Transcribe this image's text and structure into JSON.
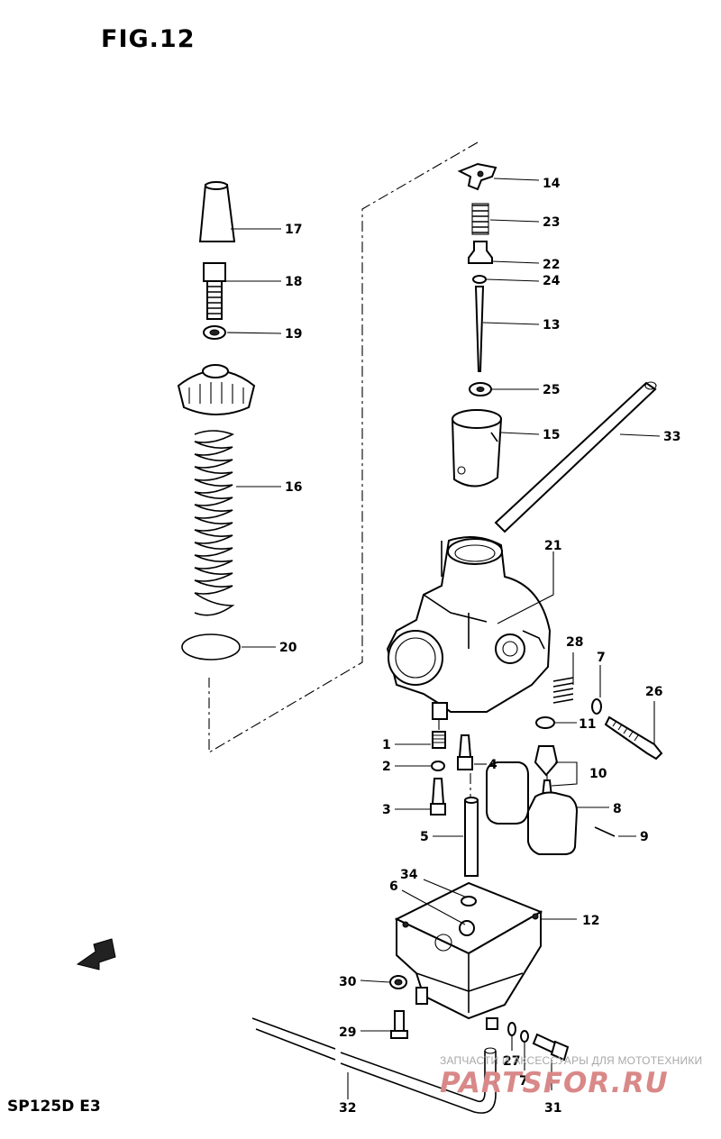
{
  "figure_title": "FIG.12",
  "model_code": "SP125D E3",
  "watermark": {
    "line1": "ЗАПЧАСТИ И АКСЕССУАРЫ ДЛЯ МОТОТЕХНИКИ",
    "logo": "PARTSFOR.RU"
  },
  "callouts": [
    {
      "id": "14",
      "label": "14"
    },
    {
      "id": "23",
      "label": "23"
    },
    {
      "id": "22",
      "label": "22"
    },
    {
      "id": "24",
      "label": "24"
    },
    {
      "id": "13",
      "label": "13"
    },
    {
      "id": "25",
      "label": "25"
    },
    {
      "id": "15",
      "label": "15"
    },
    {
      "id": "33",
      "label": "33"
    },
    {
      "id": "17",
      "label": "17"
    },
    {
      "id": "18",
      "label": "18"
    },
    {
      "id": "19",
      "label": "19"
    },
    {
      "id": "16",
      "label": "16"
    },
    {
      "id": "20",
      "label": "20"
    },
    {
      "id": "21",
      "label": "21"
    },
    {
      "id": "28",
      "label": "28"
    },
    {
      "id": "7a",
      "label": "7"
    },
    {
      "id": "26",
      "label": "26"
    },
    {
      "id": "11",
      "label": "11"
    },
    {
      "id": "1",
      "label": "1"
    },
    {
      "id": "2",
      "label": "2"
    },
    {
      "id": "3",
      "label": "3"
    },
    {
      "id": "4",
      "label": "4"
    },
    {
      "id": "10",
      "label": "10"
    },
    {
      "id": "8",
      "label": "8"
    },
    {
      "id": "9",
      "label": "9"
    },
    {
      "id": "5",
      "label": "5"
    },
    {
      "id": "34",
      "label": "34"
    },
    {
      "id": "6",
      "label": "6"
    },
    {
      "id": "12",
      "label": "12"
    },
    {
      "id": "30",
      "label": "30"
    },
    {
      "id": "29",
      "label": "29"
    },
    {
      "id": "27",
      "label": "27"
    },
    {
      "id": "7b",
      "label": "7"
    },
    {
      "id": "32",
      "label": "32"
    },
    {
      "id": "31",
      "label": "31"
    }
  ]
}
